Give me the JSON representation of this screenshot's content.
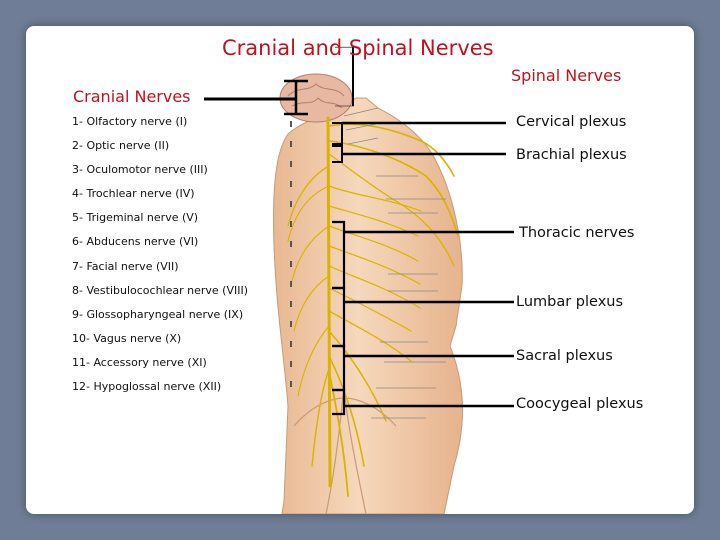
{
  "title": "Cranial and Spinal Nerves",
  "cranial_header": "Cranial Nerves",
  "spinal_header": "Spinal Nerves",
  "cranial_nerves": [
    "1- Olfactory nerve (I)",
    "2- Optic nerve (II)",
    "3- Oculomotor nerve (III)",
    "4- Trochlear nerve (IV)",
    "5- Trigeminal nerve (V)",
    "6- Abducens nerve (VI)",
    "7- Facial nerve (VII)",
    "8- Vestibulocochlear nerve (VIII)",
    "9- Glossopharyngeal nerve (IX)",
    "10- Vagus nerve (X)",
    "11- Accessory nerve (XI)",
    "12- Hypoglossal nerve (XII)"
  ],
  "spinal_nerves": [
    "Cervical plexus",
    "Brachial plexus",
    "Thoracic nerves",
    "Lumbar plexus",
    "Sacral plexus",
    "Coocygeal plexus"
  ],
  "colors": {
    "background": "#6f7d96",
    "heading": "#c0121e",
    "nerve": "#d8b400",
    "skin": "#f2cfae"
  }
}
